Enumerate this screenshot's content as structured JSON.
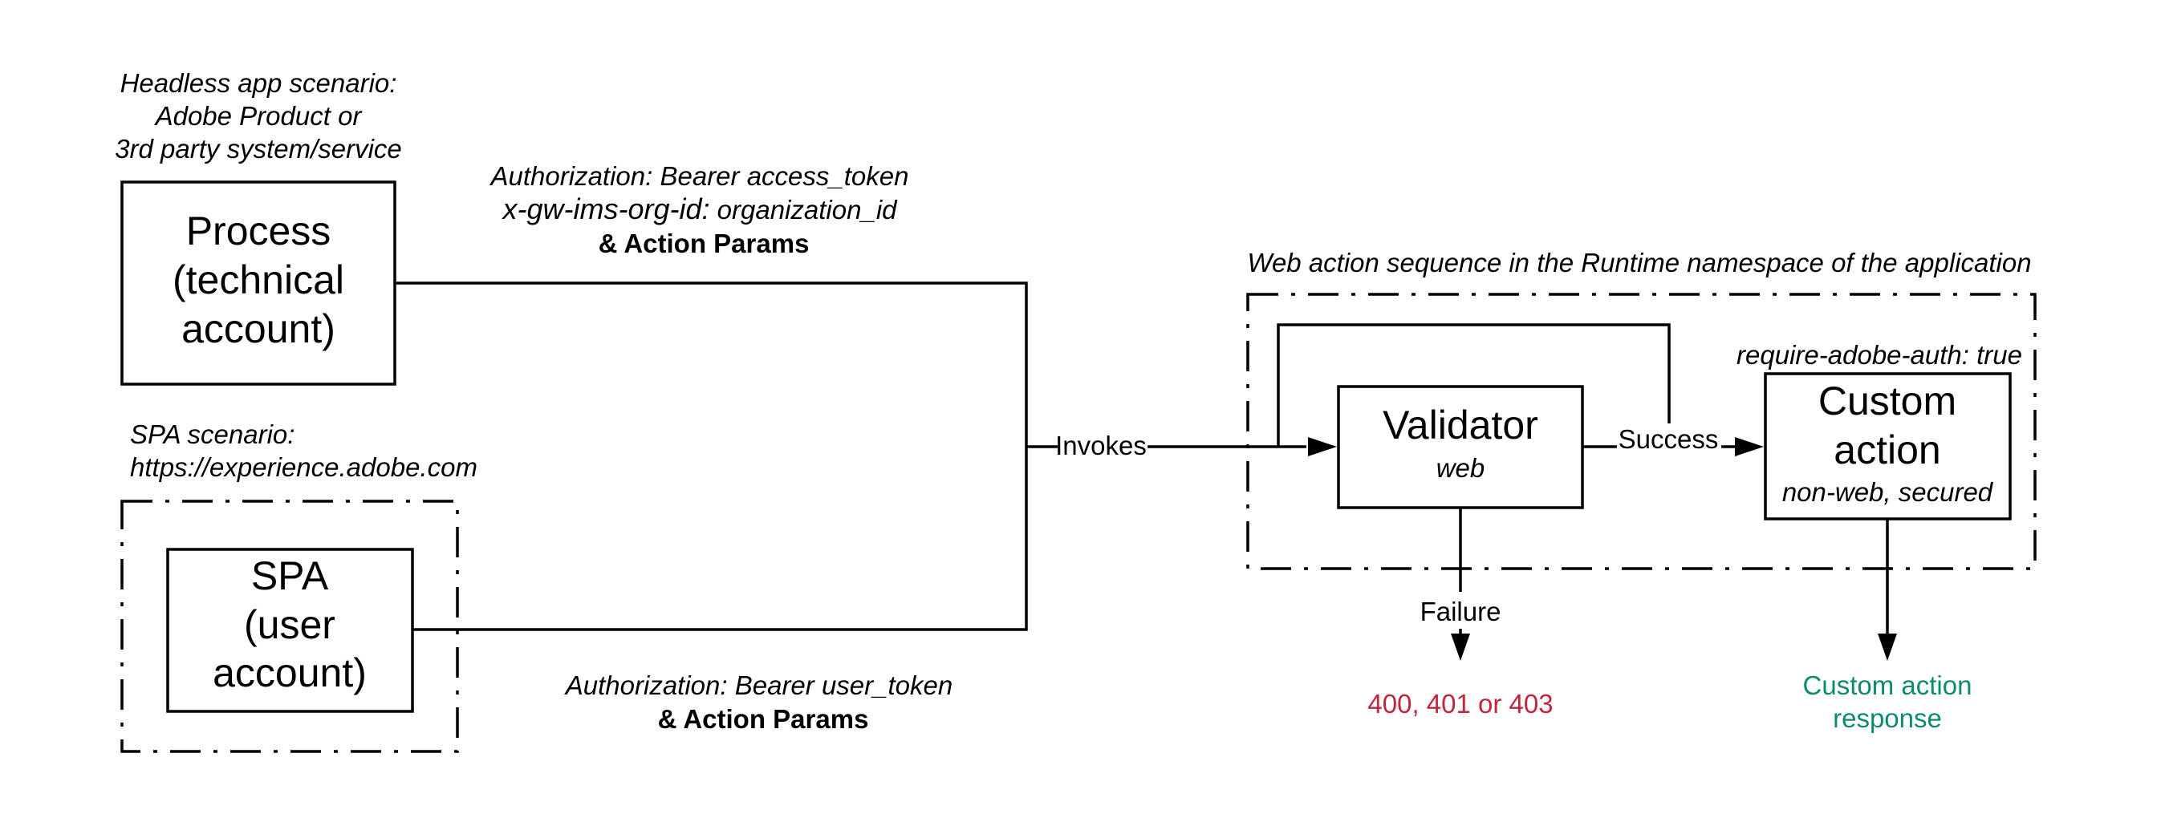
{
  "headless_note": [
    "Headless app scenario:",
    "Adobe Product or",
    "3rd party system/service"
  ],
  "process_box": [
    "Process",
    "(technical",
    "account)"
  ],
  "spa_note": [
    "SPA scenario:",
    "https://experience.adobe.com"
  ],
  "spa_box": [
    "SPA",
    "(user",
    "account)"
  ],
  "top_params": {
    "line1": "Authorization: Bearer access_token",
    "line2_italic": "x-gw-ims-org-id:",
    "line2_rest": " organization_id",
    "line3": "& Action Params"
  },
  "bottom_params": {
    "line1": "Authorization: Bearer user_token",
    "line2": "& Action Params"
  },
  "invokes_label": "Invokes",
  "sequence_title": "Web action sequence in the Runtime namespace of the application",
  "validator": {
    "title": "Validator",
    "subtitle": "web"
  },
  "success_label": "Success",
  "require_auth": "require-adobe-auth: true",
  "custom_action": {
    "title_line1": "Custom",
    "title_line2": "action",
    "subtitle": "non-web, secured"
  },
  "failure_label": "Failure",
  "error_codes": "400, 401 or 403",
  "response": [
    "Custom action",
    "response"
  ],
  "colors": {
    "error": "#c0273d",
    "response": "#0e8a70"
  }
}
